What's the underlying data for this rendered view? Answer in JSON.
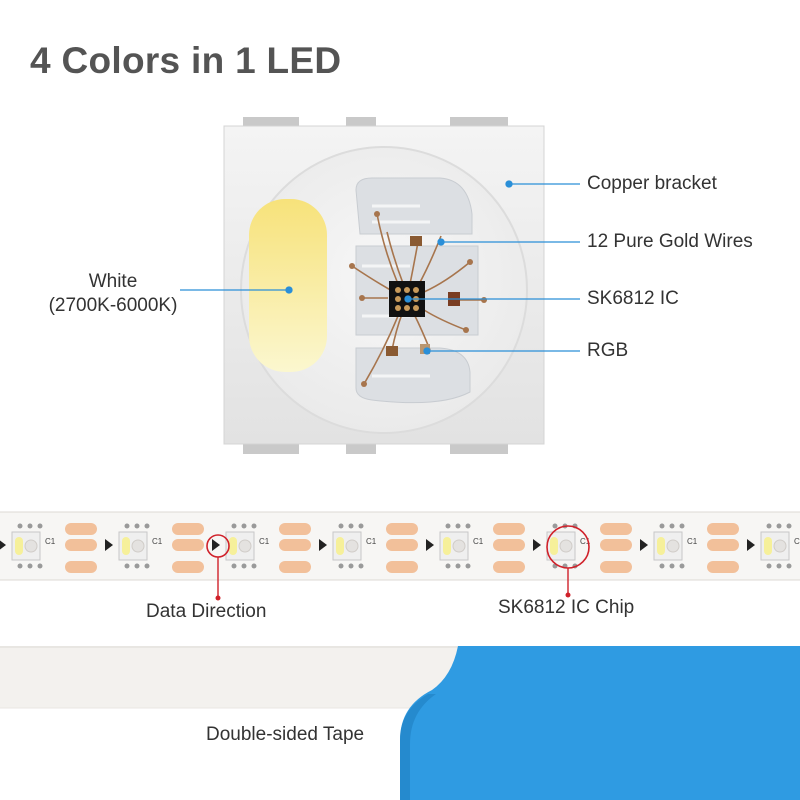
{
  "title": "4 Colors in 1 LED",
  "callouts": {
    "white_line1": "White",
    "white_line2": "(2700K-6000K)",
    "copper_bracket": "Copper bracket",
    "gold_wires": "12 Pure Gold Wires",
    "ic": "SK6812 IC",
    "rgb": "RGB"
  },
  "strip": {
    "data_direction": "Data Direction",
    "ic_chip": "SK6812 IC Chip",
    "component_label": "C1"
  },
  "tape": {
    "label": "Double-sided Tape"
  },
  "colors": {
    "callout_line": "#2a8fd8",
    "white_diode": "#f6f09a",
    "highlight_circle": "#d0212a",
    "pad": "#f2c09a",
    "tape_liner": "#2f9be2"
  }
}
